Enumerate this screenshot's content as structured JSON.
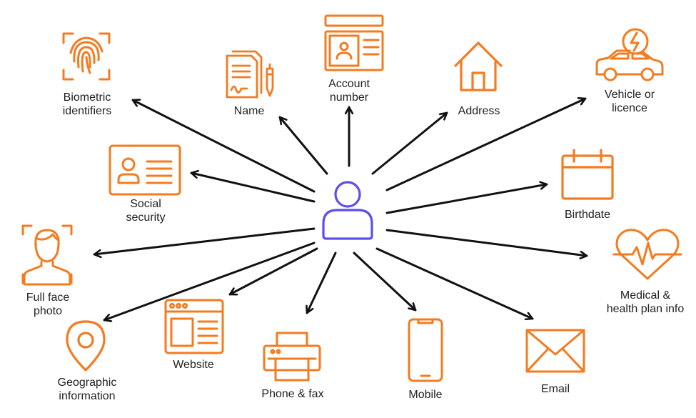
{
  "colors": {
    "icon": "#f47b20",
    "center": "#5b4ef0",
    "arrow": "#111111",
    "text": "#222222"
  },
  "center": {
    "icon": "user-icon"
  },
  "nodes": [
    {
      "id": "biometric",
      "label": "Biometric\nidentifiers",
      "icon": "fingerprint-icon"
    },
    {
      "id": "name",
      "label": "Name",
      "icon": "document-pen-icon"
    },
    {
      "id": "account",
      "label": "Account\nnumber",
      "icon": "account-card-icon"
    },
    {
      "id": "address",
      "label": "Address",
      "icon": "house-icon"
    },
    {
      "id": "vehicle",
      "label": "Vehicle or\nlicence",
      "icon": "electric-car-icon"
    },
    {
      "id": "social",
      "label": "Social\nsecurity",
      "icon": "id-card-icon"
    },
    {
      "id": "birthdate",
      "label": "Birthdate",
      "icon": "calendar-icon"
    },
    {
      "id": "face",
      "label": "Full face\nphoto",
      "icon": "face-scan-icon"
    },
    {
      "id": "medical",
      "label": "Medical &\nhealth plan info",
      "icon": "heart-pulse-icon"
    },
    {
      "id": "geo",
      "label": "Geographic\ninformation",
      "icon": "map-pin-icon"
    },
    {
      "id": "website",
      "label": "Website",
      "icon": "browser-window-icon"
    },
    {
      "id": "phone",
      "label": "Phone & fax",
      "icon": "printer-icon"
    },
    {
      "id": "mobile",
      "label": "Mobile",
      "icon": "smartphone-icon"
    },
    {
      "id": "email",
      "label": "Email",
      "icon": "envelope-icon"
    }
  ]
}
